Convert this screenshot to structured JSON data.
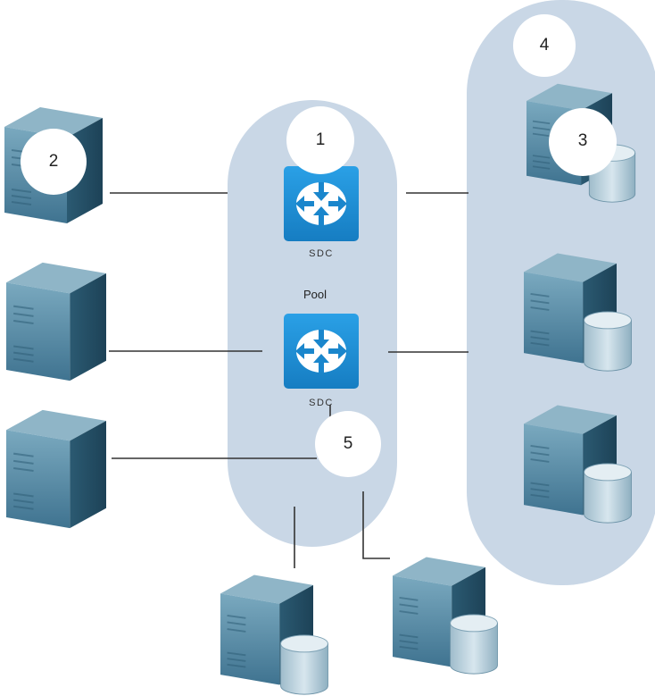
{
  "diagram": {
    "pool_label": "Pool",
    "routers": [
      {
        "label": "SDC",
        "icon": "router-icon"
      },
      {
        "label": "SDC",
        "icon": "router-icon"
      }
    ],
    "callouts": [
      "1",
      "2",
      "3",
      "4",
      "5"
    ],
    "colors": {
      "group_fill": "#c9d7e6",
      "router_fill": "#1e8fd6",
      "server_front": "#5e8fa6",
      "server_side": "#2f5f78",
      "server_top": "#8fb5c7",
      "disk": "#b7cfdc",
      "line": "#333333",
      "callout": "#ffffff"
    }
  }
}
